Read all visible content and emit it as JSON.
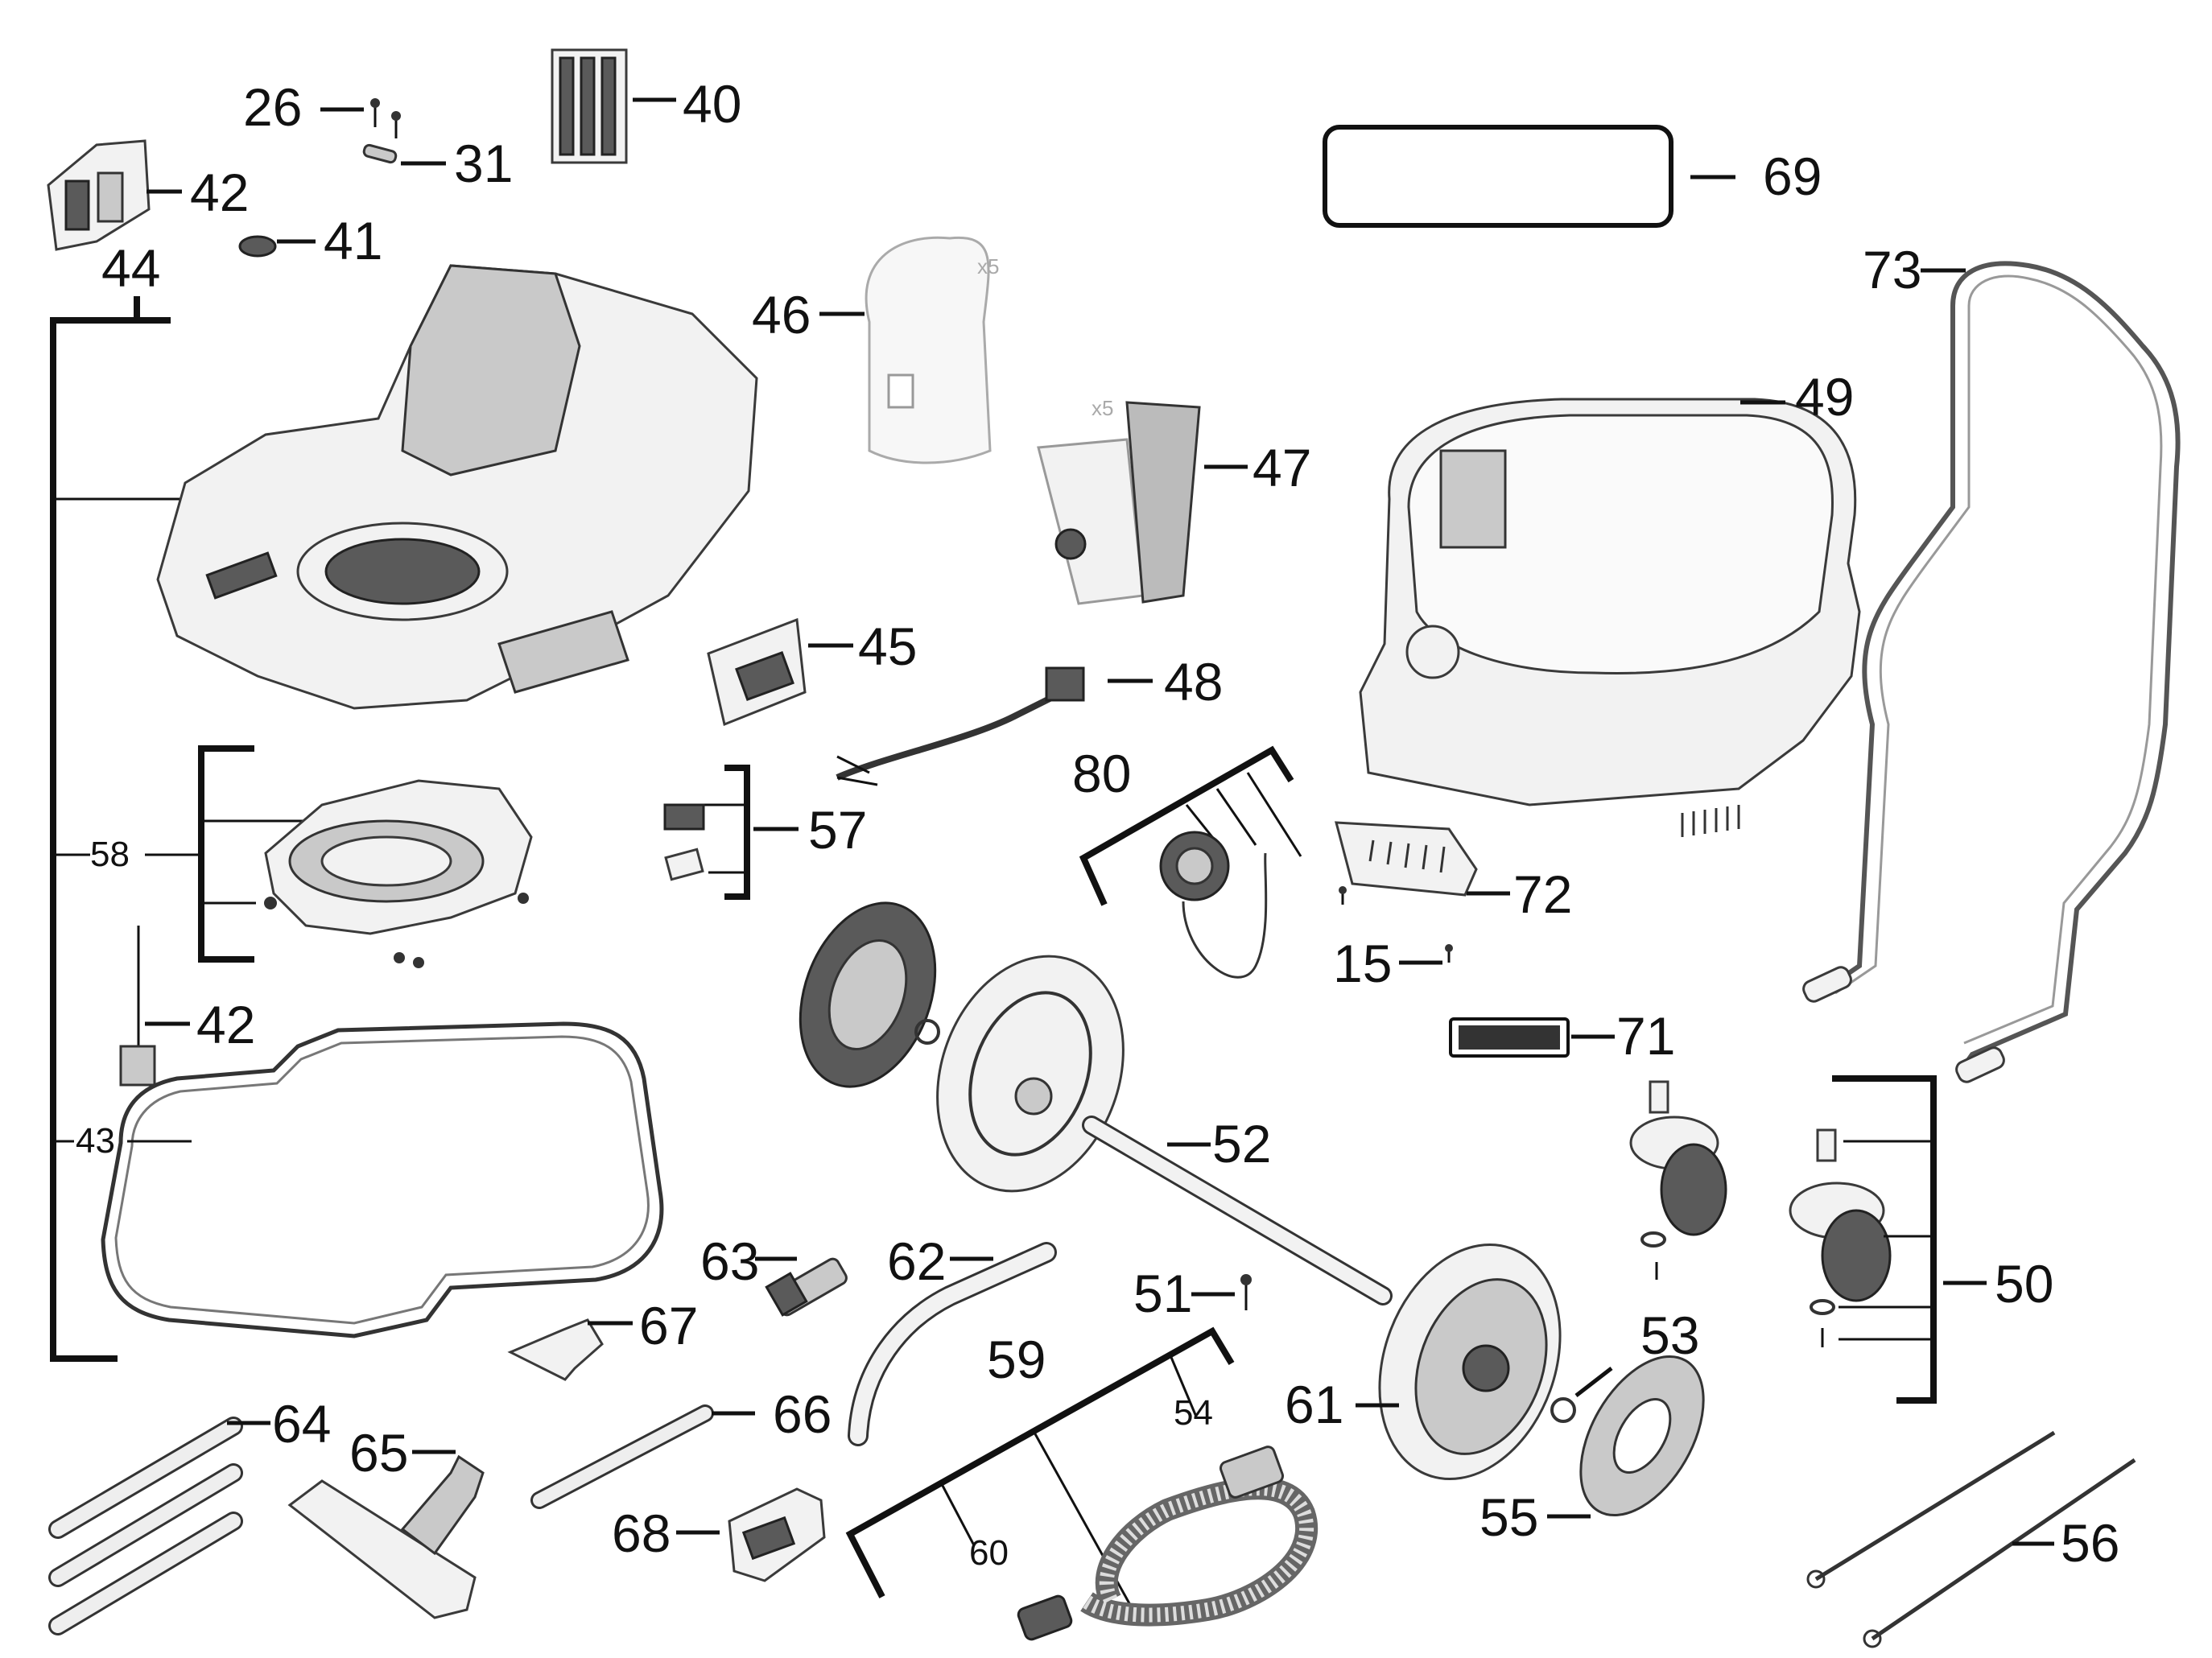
{
  "diagram": {
    "title_box": {
      "number": "69"
    },
    "callouts": [
      {
        "id": "c26",
        "text": "26"
      },
      {
        "id": "c31",
        "text": "31"
      },
      {
        "id": "c40",
        "text": "40"
      },
      {
        "id": "c42a",
        "text": "42"
      },
      {
        "id": "c41",
        "text": "41"
      },
      {
        "id": "c44",
        "text": "44"
      },
      {
        "id": "c57",
        "text": "57"
      },
      {
        "id": "c58",
        "text": "58"
      },
      {
        "id": "c42b",
        "text": "42"
      },
      {
        "id": "c43",
        "text": "43"
      },
      {
        "id": "c46",
        "text": "46"
      },
      {
        "id": "c47",
        "text": "47"
      },
      {
        "id": "c45",
        "text": "45"
      },
      {
        "id": "c48",
        "text": "48"
      },
      {
        "id": "c49",
        "text": "49"
      },
      {
        "id": "c73",
        "text": "73"
      },
      {
        "id": "c80",
        "text": "80"
      },
      {
        "id": "c72",
        "text": "72"
      },
      {
        "id": "c15",
        "text": "15"
      },
      {
        "id": "c71",
        "text": "71"
      },
      {
        "id": "c52",
        "text": "52"
      },
      {
        "id": "c50",
        "text": "50"
      },
      {
        "id": "c63",
        "text": "63"
      },
      {
        "id": "c62",
        "text": "62"
      },
      {
        "id": "c51",
        "text": "51"
      },
      {
        "id": "c67",
        "text": "67"
      },
      {
        "id": "c59",
        "text": "59"
      },
      {
        "id": "c61",
        "text": "61"
      },
      {
        "id": "c53",
        "text": "53"
      },
      {
        "id": "c54",
        "text": "54"
      },
      {
        "id": "c64",
        "text": "64"
      },
      {
        "id": "c65",
        "text": "65"
      },
      {
        "id": "c66",
        "text": "66"
      },
      {
        "id": "c68",
        "text": "68"
      },
      {
        "id": "c60",
        "text": "60"
      },
      {
        "id": "c55",
        "text": "55"
      },
      {
        "id": "c56",
        "text": "56"
      }
    ],
    "quantity_notes": {
      "bag_57": "x5",
      "bag_58": "x5"
    }
  }
}
